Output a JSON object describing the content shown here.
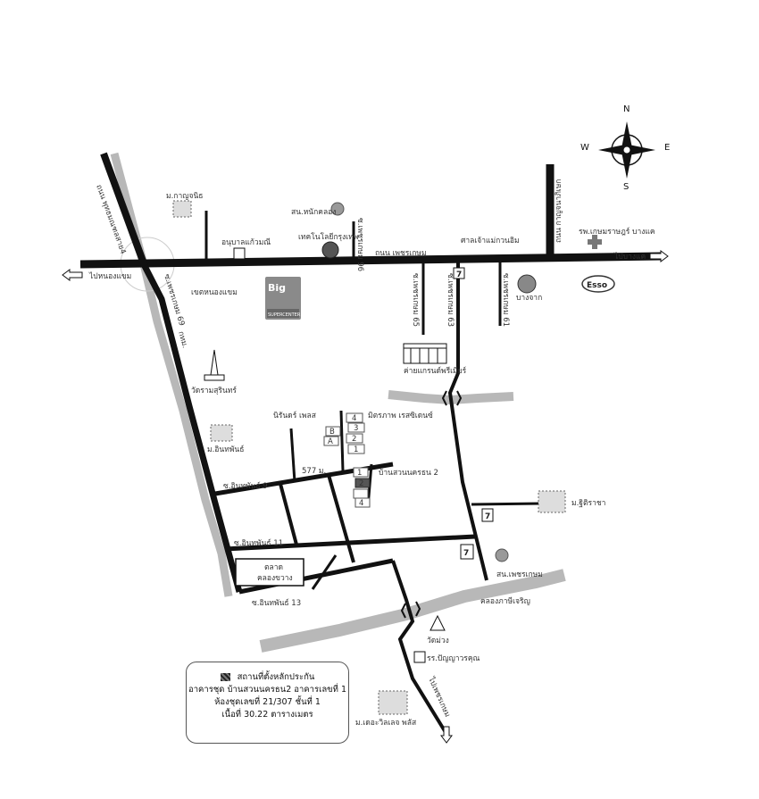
{
  "compass": {
    "n": "N",
    "s": "S",
    "e": "E",
    "w": "W"
  },
  "roads": {
    "petchkasem": "ถนน เพชรเกษม",
    "kanchanapisek": "ถนน กาญจนาภิเษก",
    "phutthamonthon": "ถนน พุทธมณฑลสาย4",
    "soi69": "ซ.เพชรเกษม 69",
    "soi96": "ซ.เพชรเกษม 96",
    "soi65": "ซ.เพชรเกษม 65",
    "soi63": "ซ.เพชรเกษม 63",
    "soi61": "ซ.เพชรเกษม 61",
    "intaphan9": "ซ.อินทพันธ์ 9",
    "intaphan11": "ซ.อินทพันธ์ 11",
    "intaphan13": "ซ.อินทพันธ์ 13",
    "to_nongkhaem": "ไปหนองแขม",
    "to_bangkhae": "ไปบางแค",
    "to_petchkasem": "ไปเพชรเกษม",
    "dist_577": "577 ม."
  },
  "places": {
    "m_kanchanit": "ม.กาญจนิธ",
    "sah_pakklong": "สน.หนักคลอง",
    "tech_college": "เทคโนโลยีกรุงเทพ",
    "school_left": "อนุบาลแก้วมณี",
    "bus_stop": "ศาลเจ้าแม่กวนอิม",
    "hospital": "รพ.เกษมราษฎร์ บางแค",
    "esso": "Esso",
    "bigc_top": "Big",
    "bigc_bottom": "SUPERCENTER",
    "nongkhaem_district": "เขตหนองแขม",
    "nongkhaem_canal": "คลองภาษีเจริญ",
    "city_label": "กทม.",
    "wat_suriya": "วัดรามสุรินทร์",
    "m_intaphan": "ม.อินทพันธ์",
    "kasetsart": "ค่ายแกรนด์พรีเมียร์",
    "nakhon_sinth": "นิรันดร์ เพลส",
    "mitr_villa": "มิตรภาพ เรสซิเดนซ์",
    "baan_suan": "บ้านสวนนครธน 2",
    "market_1": "ตลาด",
    "market_2": "คลองขวาง",
    "m_thitirat": "ม.ฐิติราชา",
    "sn_petchkasem": "สน.เพชรเกษม",
    "wat_muang": "วัดม่วง",
    "school_bottom": "รร.ปัญญาวรคุณ",
    "m_nice_bottom": "ม.เดอะวิลเลจ พลัส",
    "ptt": "บางจาก",
    "seven": "7"
  },
  "buildings": {
    "b1": "1",
    "b2": "2",
    "b3": "3",
    "b4": "4",
    "ba": "A",
    "bb": "B"
  },
  "legend": {
    "title": "สถานที่ตั้งหลักประกัน",
    "line1": "อาคารชุด บ้านสวนนครธน2 อาคารเลขที่ 1",
    "line2": "ห้องชุดเลขที่ 21/307 ชั้นที่ 1",
    "line3": "เนื้อที่ 30.22 ตารางเมตร"
  }
}
